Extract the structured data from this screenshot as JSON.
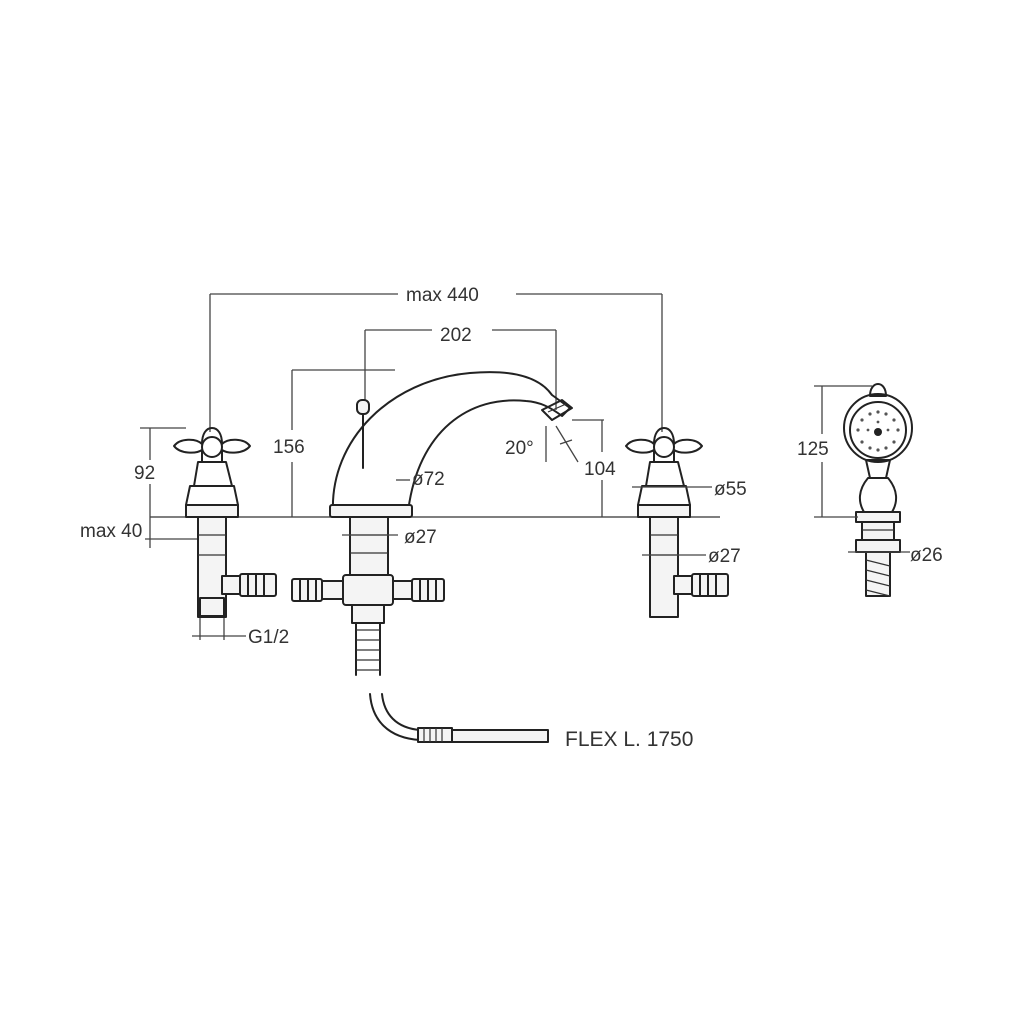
{
  "diagram": {
    "dimensions": {
      "overall_width": "max 440",
      "spout_centers": "202",
      "spout_height": "156",
      "handle_height": "92",
      "deck_thickness": "max 40",
      "spout_angle": "20°",
      "spout_outlet_height": "104",
      "spout_base_diameter": "ø72",
      "handle_diameter": "ø55",
      "spout_shank_diameter": "ø27",
      "valve_shank_diameter": "ø27",
      "inlet_thread": "G1/2",
      "shower_height": "125",
      "shower_base_diameter": "ø26",
      "hose_label": "FLEX L. 1750"
    }
  }
}
